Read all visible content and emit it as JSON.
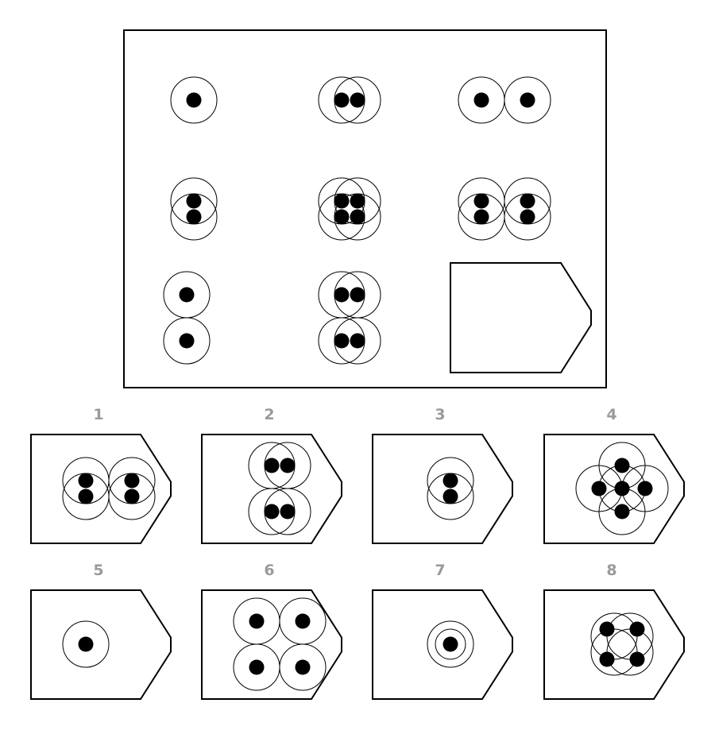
{
  "puzzle": {
    "matrix": [
      {
        "id": "r1c1",
        "figure": [
          {
            "ring": [
              0,
              0
            ],
            "dots": [
              [
                0,
                0
              ]
            ]
          }
        ]
      },
      {
        "id": "r1c2",
        "figure": [
          {
            "ring": [
              -10,
              0
            ],
            "dots": [
              [
                -10,
                0
              ]
            ]
          },
          {
            "ring": [
              10,
              0
            ],
            "dots": [
              [
                10,
                0
              ]
            ]
          }
        ]
      },
      {
        "id": "r1c3",
        "figure": [
          {
            "ring": [
              -29,
              0
            ],
            "dots": [
              [
                -29,
                0
              ]
            ]
          },
          {
            "ring": [
              29,
              0
            ],
            "dots": [
              [
                29,
                0
              ]
            ]
          }
        ]
      },
      {
        "id": "r2c1",
        "figure": [
          {
            "ring": [
              0,
              -10
            ],
            "dots": [
              [
                0,
                -10
              ]
            ]
          },
          {
            "ring": [
              0,
              10
            ],
            "dots": [
              [
                0,
                10
              ]
            ]
          }
        ]
      },
      {
        "id": "r2c2",
        "figure": [
          {
            "ring": [
              -10,
              -10
            ],
            "dots": [
              [
                -10,
                -10
              ]
            ]
          },
          {
            "ring": [
              10,
              -10
            ],
            "dots": [
              [
                10,
                -10
              ]
            ]
          },
          {
            "ring": [
              -10,
              10
            ],
            "dots": [
              [
                -10,
                10
              ]
            ]
          },
          {
            "ring": [
              10,
              10
            ],
            "dots": [
              [
                10,
                10
              ]
            ]
          }
        ]
      },
      {
        "id": "r2c3",
        "figure": [
          {
            "ring": [
              -29,
              -10
            ],
            "dots": [
              [
                -29,
                -10
              ]
            ]
          },
          {
            "ring": [
              29,
              -10
            ],
            "dots": [
              [
                29,
                -10
              ]
            ]
          },
          {
            "ring": [
              -29,
              10
            ],
            "dots": [
              [
                -29,
                10
              ]
            ]
          },
          {
            "ring": [
              29,
              10
            ],
            "dots": [
              [
                29,
                10
              ]
            ]
          }
        ]
      },
      {
        "id": "r3c1",
        "figure": [
          {
            "ring": [
              0,
              -29
            ],
            "dots": [
              [
                0,
                -29
              ]
            ]
          },
          {
            "ring": [
              0,
              29
            ],
            "dots": [
              [
                0,
                29
              ]
            ]
          }
        ]
      },
      {
        "id": "r3c2",
        "figure": [
          {
            "ring": [
              -10,
              -29
            ],
            "dots": [
              [
                -10,
                -29
              ]
            ]
          },
          {
            "ring": [
              10,
              -29
            ],
            "dots": [
              [
                10,
                -29
              ]
            ]
          },
          {
            "ring": [
              -10,
              29
            ],
            "dots": [
              [
                -10,
                29
              ]
            ]
          },
          {
            "ring": [
              10,
              29
            ],
            "dots": [
              [
                10,
                29
              ]
            ]
          }
        ]
      },
      {
        "id": "r3c3",
        "figure": [],
        "missing": true
      }
    ],
    "options": [
      {
        "label": "1",
        "figure": [
          {
            "ring": [
              -29,
              -10
            ],
            "dots": [
              [
                -29,
                -10
              ]
            ]
          },
          {
            "ring": [
              29,
              -10
            ],
            "dots": [
              [
                29,
                -10
              ]
            ]
          },
          {
            "ring": [
              -29,
              10
            ],
            "dots": [
              [
                -29,
                10
              ]
            ]
          },
          {
            "ring": [
              29,
              10
            ],
            "dots": [
              [
                29,
                10
              ]
            ]
          }
        ]
      },
      {
        "label": "2",
        "figure": [
          {
            "ring": [
              -10,
              -29
            ],
            "dots": [
              [
                -10,
                -29
              ]
            ]
          },
          {
            "ring": [
              10,
              -29
            ],
            "dots": [
              [
                10,
                -29
              ]
            ]
          },
          {
            "ring": [
              -10,
              29
            ],
            "dots": [
              [
                -10,
                29
              ]
            ]
          },
          {
            "ring": [
              10,
              29
            ],
            "dots": [
              [
                10,
                29
              ]
            ]
          }
        ]
      },
      {
        "label": "3",
        "figure": [
          {
            "ring": [
              0,
              -10
            ],
            "dots": [
              [
                0,
                -10
              ]
            ]
          },
          {
            "ring": [
              0,
              10
            ],
            "dots": [
              [
                0,
                10
              ]
            ]
          }
        ]
      },
      {
        "label": "4",
        "figure": [
          {
            "ring": [
              0,
              -29
            ],
            "dots": [
              [
                0,
                -29
              ]
            ]
          },
          {
            "ring": [
              -29,
              0
            ],
            "dots": [
              [
                -29,
                0
              ]
            ]
          },
          {
            "ring": [
              0,
              0
            ],
            "dots": [
              [
                0,
                0
              ]
            ]
          },
          {
            "ring": [
              29,
              0
            ],
            "dots": [
              [
                29,
                0
              ]
            ]
          },
          {
            "ring": [
              0,
              29
            ],
            "dots": [
              [
                0,
                29
              ]
            ]
          }
        ]
      },
      {
        "label": "5",
        "figure": [
          {
            "ring": [
              0,
              0
            ],
            "dots": [
              [
                0,
                0
              ]
            ]
          }
        ]
      },
      {
        "label": "6",
        "figure": [
          {
            "ring": [
              -29,
              -29
            ],
            "dots": [
              [
                -29,
                -29
              ]
            ]
          },
          {
            "ring": [
              29,
              -29
            ],
            "dots": [
              [
                29,
                -29
              ]
            ]
          },
          {
            "ring": [
              -29,
              29
            ],
            "dots": [
              [
                -29,
                29
              ]
            ]
          },
          {
            "ring": [
              29,
              29
            ],
            "dots": [
              [
                29,
                29
              ]
            ]
          }
        ]
      },
      {
        "label": "7",
        "figure": [
          {
            "ring": [
              0,
              0
            ],
            "inner_ring": true,
            "dots": [
              [
                0,
                0
              ]
            ]
          }
        ]
      },
      {
        "label": "8",
        "figure": [
          {
            "ring": [
              -10,
              -10
            ],
            "dots": [
              [
                -19,
                -19
              ]
            ]
          },
          {
            "ring": [
              10,
              -10
            ],
            "dots": [
              [
                19,
                -19
              ]
            ]
          },
          {
            "ring": [
              -10,
              10
            ],
            "dots": [
              [
                -19,
                19
              ]
            ]
          },
          {
            "ring": [
              10,
              10
            ],
            "dots": [
              [
                19,
                19
              ]
            ]
          }
        ]
      }
    ]
  }
}
